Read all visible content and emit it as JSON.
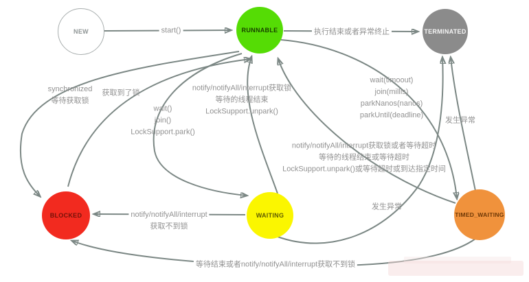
{
  "diagram": {
    "title": "Java thread state transition diagram",
    "nodes": {
      "new": "NEW",
      "runnable": "RUNNABLE",
      "terminated": "TERMINATED",
      "blocked": "BLOCKED",
      "waiting": "WAITING",
      "timed_waiting": "TIMED_WAITING"
    },
    "labels": {
      "start": "start()",
      "run_term": "执行结束或者异常终止",
      "run_blocked": "synchronized\n等待获取锁",
      "blocked_run": "获取到了锁",
      "run_waiting": "wait()\njoin()\nLockSupport.park()",
      "waiting_run": "notify/notifyAll/interrupt获取锁\n等待的线程结束\nLockSupport.unpark()",
      "run_timed": "wait(timoout)\njoin(millis)\nparkNanos(nanos)\nparkUntil(deadline)",
      "timed_run": "notify/notifyAll/interrupt获取锁或者等待超时\n等待的线程结束或等待超时\nLockSupport.unpark()或等待超时或到达指定时间",
      "timed_term": "发生异常",
      "waiting_term": "发生异常",
      "waiting_blocked": "notify/notifyAll/interrupt\n获取不到锁",
      "timed_blocked": "等待结束或者notify/notifyAll/interrupt获取不到锁"
    },
    "edges": [
      {
        "from": "NEW",
        "to": "RUNNABLE",
        "label": "start()"
      },
      {
        "from": "RUNNABLE",
        "to": "TERMINATED",
        "label": "执行结束或者异常终止"
      },
      {
        "from": "RUNNABLE",
        "to": "BLOCKED",
        "label": "synchronized 等待获取锁"
      },
      {
        "from": "BLOCKED",
        "to": "RUNNABLE",
        "label": "获取到了锁"
      },
      {
        "from": "RUNNABLE",
        "to": "WAITING",
        "label": "wait() join() LockSupport.park()"
      },
      {
        "from": "WAITING",
        "to": "RUNNABLE",
        "label": "notify/notifyAll/interrupt获取锁 等待的线程结束 LockSupport.unpark()"
      },
      {
        "from": "RUNNABLE",
        "to": "TIMED_WAITING",
        "label": "wait(timoout) join(millis) parkNanos(nanos) parkUntil(deadline)"
      },
      {
        "from": "TIMED_WAITING",
        "to": "RUNNABLE",
        "label": "notify/notifyAll/interrupt获取锁或者等待超时 等待的线程结束或等待超时 LockSupport.unpark()或等待超时或到达指定时间"
      },
      {
        "from": "TIMED_WAITING",
        "to": "TERMINATED",
        "label": "发生异常"
      },
      {
        "from": "WAITING",
        "to": "TERMINATED",
        "label": "发生异常"
      },
      {
        "from": "WAITING",
        "to": "BLOCKED",
        "label": "notify/notifyAll/interrupt 获取不到锁"
      },
      {
        "from": "TIMED_WAITING",
        "to": "BLOCKED",
        "label": "等待结束或者notify/notifyAll/interrupt获取不到锁"
      }
    ],
    "colors": {
      "new_fill": "#ffffff",
      "runnable_fill": "#55dc05",
      "terminated_fill": "#8b8b8b",
      "blocked_fill": "#f22a1f",
      "waiting_fill": "#fbf600",
      "timed_waiting_fill": "#f0923c",
      "edge_stroke": "#7b8784",
      "label_text": "#919191",
      "watermark": "#f3d8d8"
    }
  }
}
